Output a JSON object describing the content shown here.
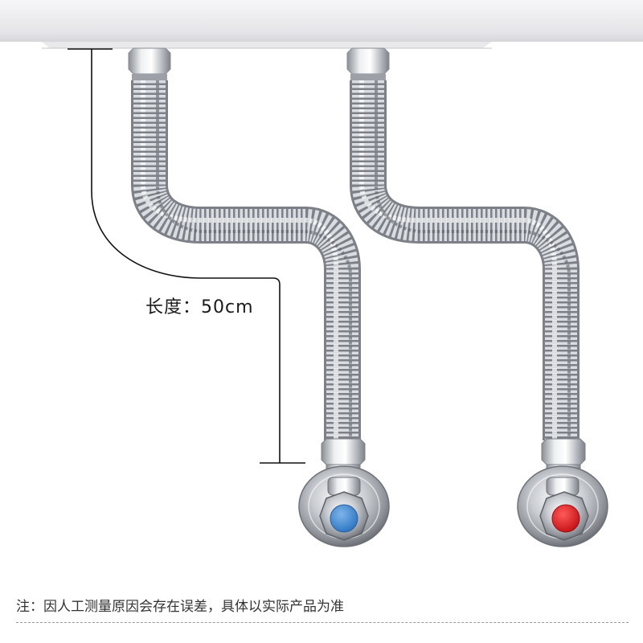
{
  "measurement": {
    "length_label": "长度：50cm"
  },
  "valves": [
    {
      "handle_color": "#3f8bd4",
      "temperature": "cold"
    },
    {
      "handle_color": "#e0262a",
      "temperature": "hot"
    }
  ],
  "footer": {
    "note": "注：因人工测量原因会存在误差，具体以实际产品为准"
  },
  "colors": {
    "cabinet_bottom": "#ececef",
    "hose_steel": "#a9adb3"
  }
}
